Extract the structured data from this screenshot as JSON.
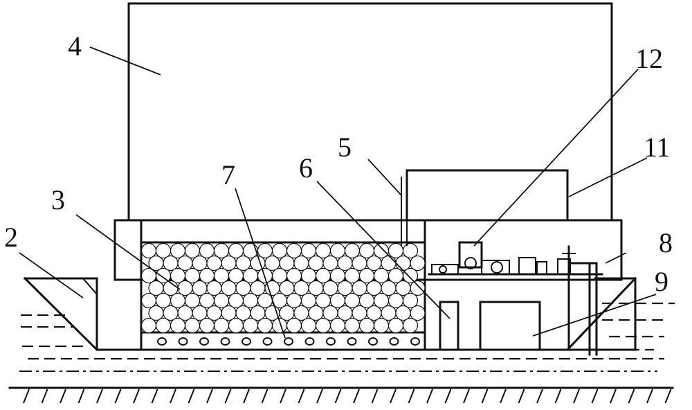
{
  "labels": [
    {
      "id": "2",
      "text": "2"
    },
    {
      "id": "3",
      "text": "3"
    },
    {
      "id": "4",
      "text": "4"
    },
    {
      "id": "5",
      "text": "5"
    },
    {
      "id": "6",
      "text": "6"
    },
    {
      "id": "7",
      "text": "7"
    },
    {
      "id": "8",
      "text": "8"
    },
    {
      "id": "9",
      "text": "9"
    },
    {
      "id": "11",
      "text": "11"
    },
    {
      "id": "12",
      "text": "12"
    }
  ]
}
